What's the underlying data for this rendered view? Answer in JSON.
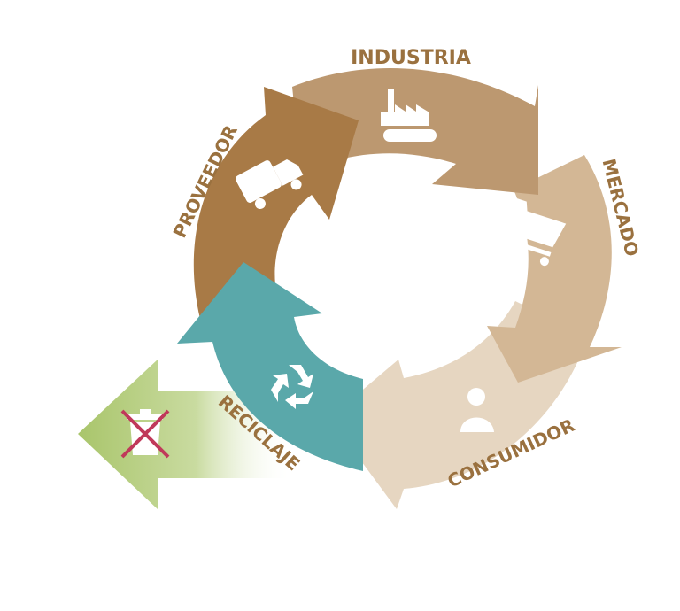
{
  "stages": [
    {
      "id": "proveedor",
      "label": "PROVEEDOR",
      "icon": "truck-icon",
      "color": "#a87a46"
    },
    {
      "id": "industria",
      "label": "INDUSTRIA",
      "icon": "factory-icon",
      "color": "#bc9870"
    },
    {
      "id": "mercado",
      "label": "MERCADO",
      "icon": "cart-icon",
      "color": "#d3b795"
    },
    {
      "id": "consumidor",
      "label": "CONSUMIDOR",
      "icon": "person-icon",
      "color": "#e6d6c1"
    },
    {
      "id": "reciclaje",
      "label": "RECICLAJE",
      "icon": "recycle-icon",
      "color": "#5aa8aa"
    }
  ],
  "discard": {
    "icon": "crossed-trash-icon",
    "color": "#a9c56b"
  },
  "colors": {
    "label": "#9a713f",
    "icon": "#ffffff",
    "cross": "#c0395a"
  }
}
